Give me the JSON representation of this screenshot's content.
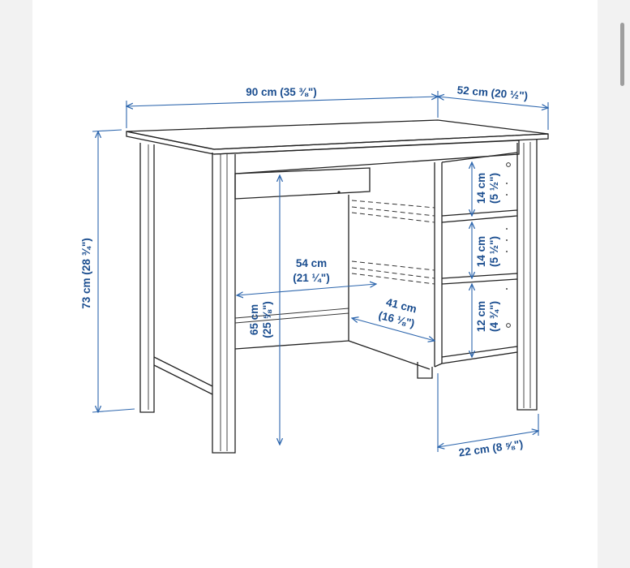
{
  "colors": {
    "dimension": "#1a4d8f",
    "line": "#222222",
    "background": "#ffffff"
  },
  "dimensions": {
    "width": "90 cm (35 ⅜\")",
    "depth": "52 cm (20 ½\")",
    "height": "73 cm (28 ¾\")",
    "shelf_top_1": "14 cm",
    "shelf_top_2": "(5 ½\")",
    "shelf_mid_1": "14 cm",
    "shelf_mid_2": "(5 ½\")",
    "shelf_bottom_1": "12 cm",
    "shelf_bottom_2": "(4 ¾\")",
    "knee_width_1": "54 cm",
    "knee_width_2": "(21 ¼\")",
    "knee_height_1": "65 cm",
    "knee_height_2": "(25 ⅝\")",
    "shelf_depth_1": "41 cm",
    "shelf_depth_2": "(16 ⅛\")",
    "shelf_width": "22 cm (8 ⅝\")"
  },
  "scrollbar": {
    "icon": "scroll-thumb"
  }
}
